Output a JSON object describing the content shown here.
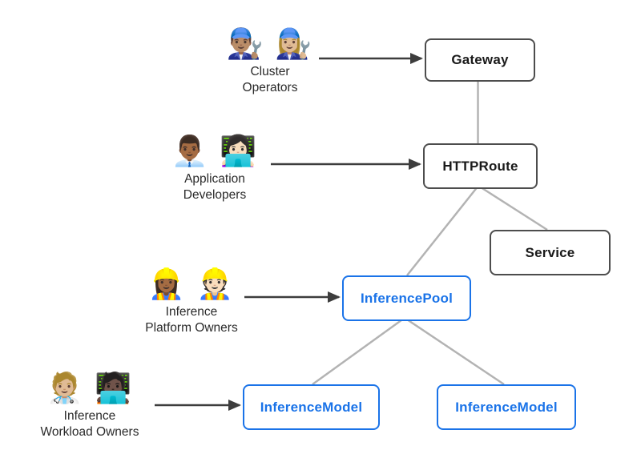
{
  "nodes": {
    "gateway": {
      "label": "Gateway"
    },
    "httproute": {
      "label": "HTTPRoute"
    },
    "service": {
      "label": "Service"
    },
    "inference_pool": {
      "label": "InferencePool"
    },
    "inference_model_left": {
      "label": "InferenceModel"
    },
    "inference_model_right": {
      "label": "InferenceModel"
    }
  },
  "personas": {
    "cluster_operators": {
      "icon1": "👨🏽‍🔧",
      "icon2": "👩🏼‍🔧",
      "line1": "Cluster",
      "line2": "Operators"
    },
    "application_developers": {
      "icon1": "👨🏾‍💼",
      "icon2": "👩🏻‍💻",
      "line1": "Application",
      "line2": "Developers"
    },
    "inference_platform_owners": {
      "icon1": "👷🏾‍♀️",
      "icon2": "👷🏻",
      "line1": "Inference",
      "line2": "Platform Owners"
    },
    "inference_workload_owners": {
      "icon1": "🧑🏼‍⚕️",
      "icon2": "🧑🏿‍💻",
      "line1": "Inference",
      "line2": "Workload Owners"
    }
  },
  "colors": {
    "background": "#ffffff",
    "core_node_border": "#4d4d4d",
    "core_node_text": "#1a1a1a",
    "extension_node": "#1a73e8",
    "connector_line": "#b3b3b3",
    "arrow": "#3d3d3d",
    "label_text": "#2a2a2a"
  }
}
